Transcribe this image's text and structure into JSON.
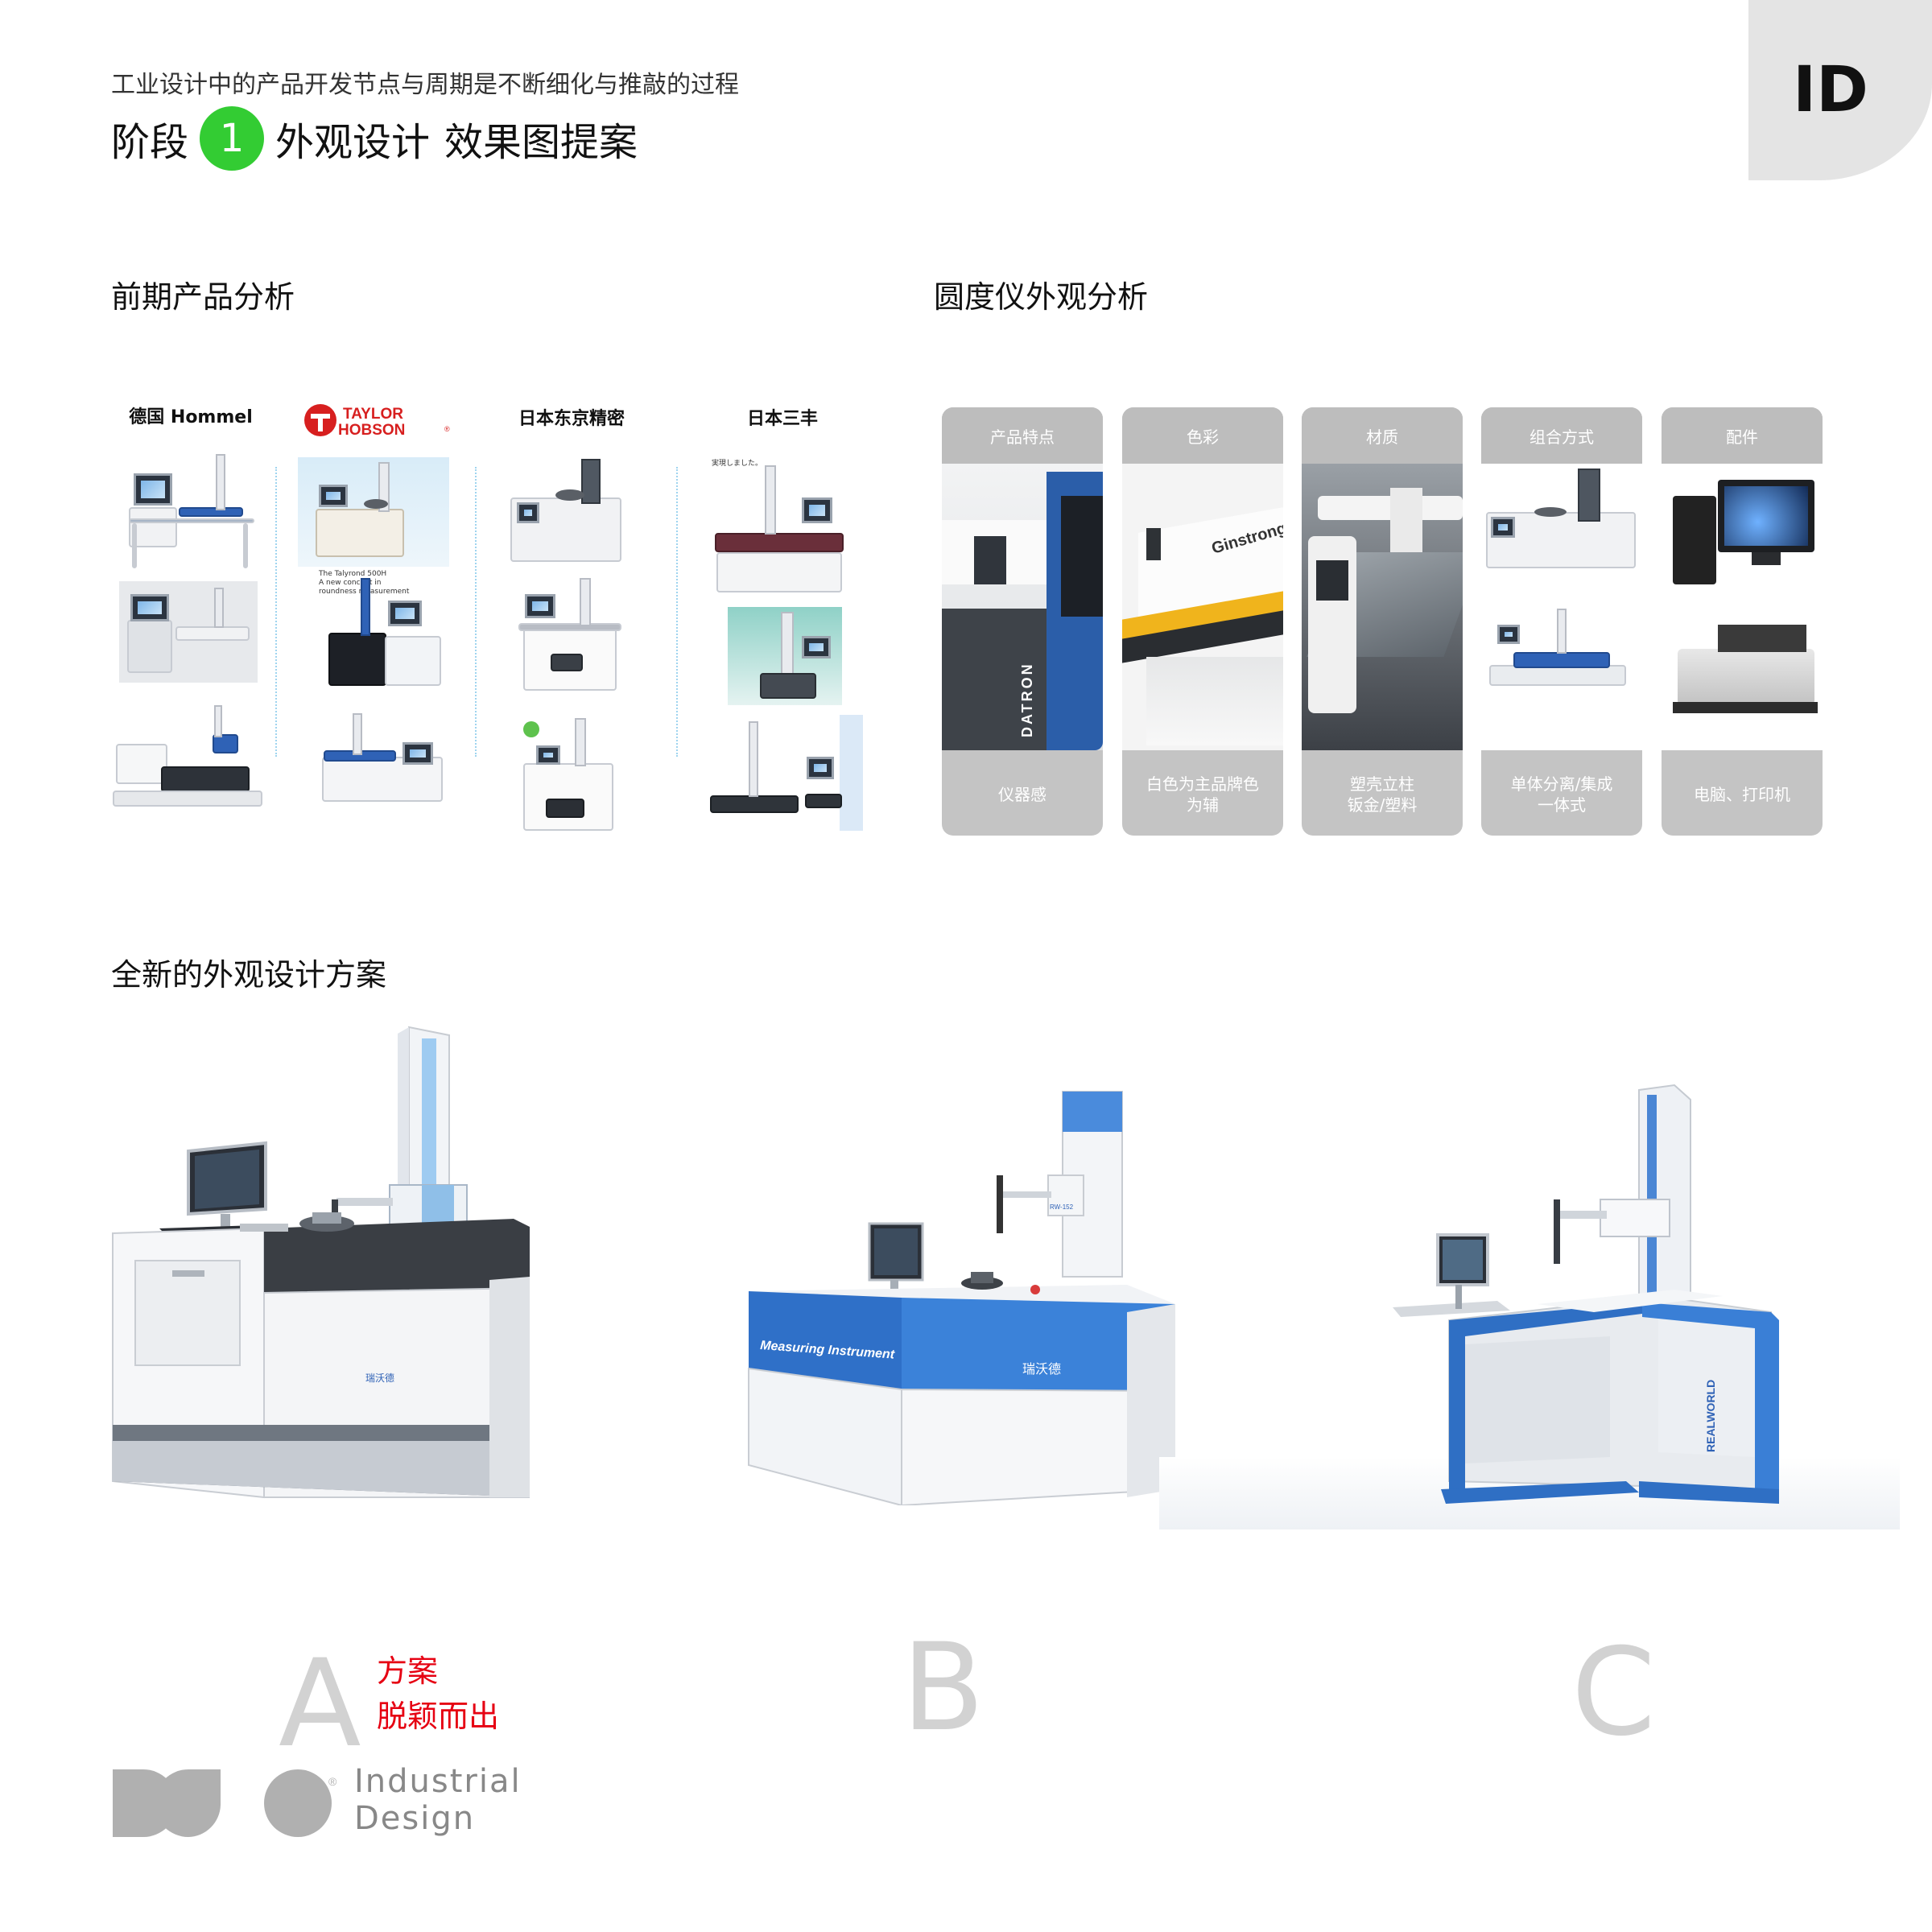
{
  "header": {
    "subtitle": "工业设计中的产品开发节点与周期是不断细化与推敲的过程",
    "stage_label": "阶段",
    "stage_number": "1",
    "stage_title": "外观设计",
    "stage_highlight": "效果图提案",
    "badge": "ID",
    "highlight_color": "#a6ec9f",
    "stage_color": "#33cc33"
  },
  "sections": {
    "competitor": "前期产品分析",
    "appearance": "圆度仪外观分析",
    "new_design": "全新的外观设计方案"
  },
  "competitors": [
    {
      "brand": "德国 Hommel"
    },
    {
      "brand": "TAYLOR HOBSON",
      "brand_line1": "TAYLOR",
      "brand_line2": "HOBSON",
      "mark": "®",
      "caption_1": "The Talyrond 500H",
      "caption_2": "A new concept in",
      "caption_3": "roundness measurement"
    },
    {
      "brand": "日本东京精密"
    },
    {
      "brand": "日本三丰",
      "caption_1": "実現しました。"
    }
  ],
  "analysis_cards": [
    {
      "head": "产品特点",
      "foot_1": "仪器感",
      "foot_2": "",
      "image_text": "DATRON"
    },
    {
      "head": "色彩",
      "foot_1": "白色为主品牌色",
      "foot_2": "为辅",
      "image_text": "Ginstrong"
    },
    {
      "head": "材质",
      "foot_1": "塑壳立柱",
      "foot_2": "钣金/塑料",
      "image_text": ""
    },
    {
      "head": "组合方式",
      "foot_1": "单体分离/集成",
      "foot_2": "一体式",
      "image_text": ""
    },
    {
      "head": "配件",
      "foot_1": "电脑、打印机",
      "foot_2": "",
      "image_text": ""
    }
  ],
  "designs": [
    {
      "letter": "A",
      "brand_text": "瑞沃德"
    },
    {
      "letter": "B",
      "brand_text": "瑞沃德",
      "panel_text": "Measuring Instrument",
      "model": "RW-152"
    },
    {
      "letter": "C",
      "brand_text": "REALWORLD"
    }
  ],
  "callout": {
    "line1": "方案",
    "line2": "脱颖而出"
  },
  "logo": {
    "word": "DUO",
    "line1": "Industrial",
    "line2": "Design",
    "mark": "®",
    "color": "#b0b0b0"
  }
}
